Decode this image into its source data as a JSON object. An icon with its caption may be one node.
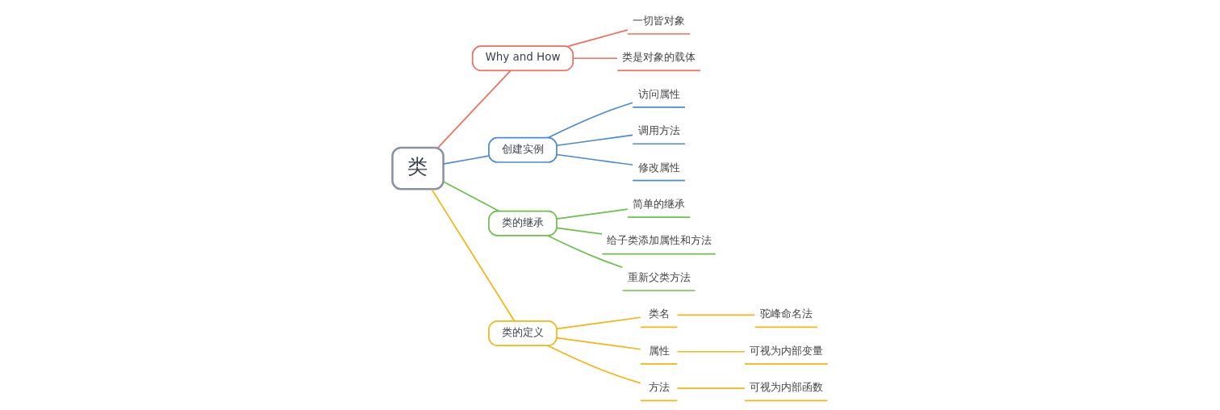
{
  "diagram": {
    "nodes": [
      {
        "text": [
          "类"
        ]
      },
      {
        "text": [
          "Why and How"
        ]
      },
      {
        "text": [
          "一切皆对象"
        ]
      },
      {
        "text": [
          "类是对象的载体"
        ]
      },
      {
        "text": [
          "创建实例"
        ]
      },
      {
        "text": [
          "访问属性"
        ]
      },
      {
        "text": [
          "调用方法"
        ]
      },
      {
        "text": [
          "修改属性"
        ]
      },
      {
        "text": [
          "类的继承"
        ]
      },
      {
        "text": [
          "简单的继承"
        ]
      },
      {
        "text": [
          "给子类添加属性和方法"
        ]
      },
      {
        "text": [
          "重新父类方法"
        ]
      },
      {
        "text": [
          "类的定义"
        ]
      },
      {
        "text": [
          "类名"
        ]
      },
      {
        "text": [
          "驼峰命名法"
        ]
      },
      {
        "text": [
          "属性"
        ]
      },
      {
        "text": [
          "可视为内部变量"
        ]
      },
      {
        "text": [
          "方法"
        ]
      },
      {
        "text": [
          "可视为内部函数"
        ]
      }
    ],
    "edges": [
      {
        "from": 0,
        "to": 1,
        "arrow": "none",
        "color": "#ef6e5e"
      },
      {
        "from": 1,
        "to": 2,
        "arrow": "none",
        "color": "#ef6e5e"
      },
      {
        "from": 1,
        "to": 3,
        "arrow": "none",
        "color": "#ef6e5e"
      },
      {
        "from": 0,
        "to": 4,
        "arrow": "none",
        "color": "#4a8ad4"
      },
      {
        "from": 4,
        "to": 5,
        "arrow": "none",
        "color": "#4a8ad4"
      },
      {
        "from": 4,
        "to": 6,
        "arrow": "none",
        "color": "#4a8ad4"
      },
      {
        "from": 4,
        "to": 7,
        "arrow": "none",
        "color": "#4a8ad4"
      },
      {
        "from": 0,
        "to": 8,
        "arrow": "none",
        "color": "#6cc04a"
      },
      {
        "from": 8,
        "to": 9,
        "arrow": "none",
        "color": "#6cc04a"
      },
      {
        "from": 8,
        "to": 10,
        "arrow": "none",
        "color": "#6cc04a"
      },
      {
        "from": 8,
        "to": 11,
        "arrow": "none",
        "color": "#6cc04a"
      },
      {
        "from": 0,
        "to": 12,
        "arrow": "none",
        "color": "#f5b512"
      },
      {
        "from": 12,
        "to": 13,
        "arrow": "none",
        "color": "#f5b512"
      },
      {
        "from": 13,
        "to": 14,
        "arrow": "none",
        "color": "#f5b512"
      },
      {
        "from": 12,
        "to": 15,
        "arrow": "none",
        "color": "#f5b512"
      },
      {
        "from": 15,
        "to": 16,
        "arrow": "none",
        "color": "#f5b512"
      },
      {
        "from": 12,
        "to": 17,
        "arrow": "none",
        "color": "#f5b512"
      },
      {
        "from": 17,
        "to": 18,
        "arrow": "none",
        "color": "#f5b512"
      }
    ]
  }
}
